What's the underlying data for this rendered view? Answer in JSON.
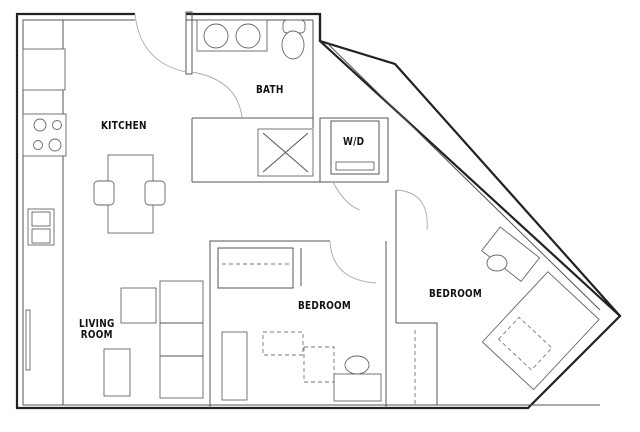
{
  "floorplan": {
    "rooms": [
      {
        "id": "kitchen",
        "label": "KITCHEN"
      },
      {
        "id": "bath",
        "label": "BATH"
      },
      {
        "id": "wd",
        "label": "W/D"
      },
      {
        "id": "living",
        "label": "LIVING\nROOM",
        "line1": "LIVING",
        "line2": "ROOM"
      },
      {
        "id": "bedroom1",
        "label": "BEDROOM"
      },
      {
        "id": "bedroom2",
        "label": "BEDROOM"
      }
    ],
    "colors": {
      "wall": "#222222",
      "fixture": "#666666",
      "background": "#ffffff"
    }
  }
}
